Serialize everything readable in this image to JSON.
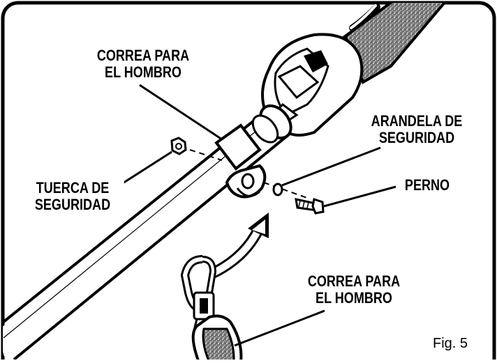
{
  "labels": {
    "strap_top": [
      "CORREA PARA",
      "EL HOMBRO"
    ],
    "lock_washer": [
      "ARANDELA DE",
      "SEGURIDAD"
    ],
    "lock_nut": [
      "TUERCA DE",
      "SEGURIDAD"
    ],
    "bolt": [
      "PERNO"
    ],
    "strap_bottom": [
      "CORREA PARA",
      "EL HOMBRO"
    ]
  },
  "figure_label": "Fig. 5"
}
